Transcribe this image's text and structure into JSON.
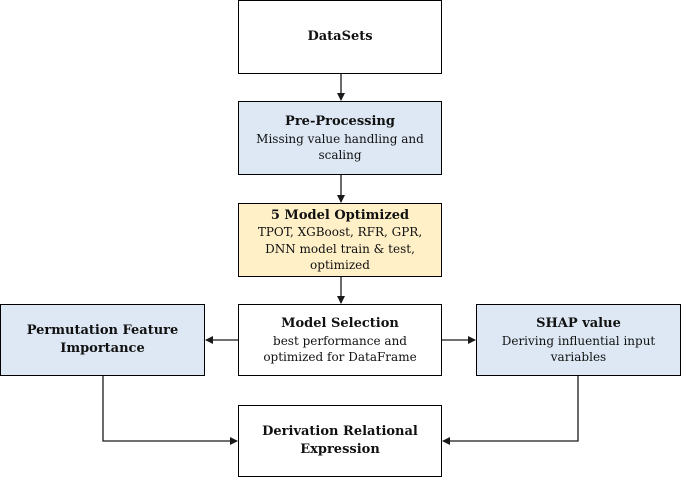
{
  "nodes": {
    "datasets": {
      "title": "DataSets",
      "desc": ""
    },
    "preprocessing": {
      "title": "Pre-Processing",
      "desc": "Missing value handling and scaling"
    },
    "model_optimized": {
      "title": "5 Model Optimized",
      "desc": "TPOT, XGBoost,  RFR, GPR, DNN model train & test,  optimized"
    },
    "model_selection": {
      "title": "Model Selection",
      "desc": "best performance and optimized for DataFrame"
    },
    "permutation": {
      "title": "Permutation Feature Importance",
      "desc": ""
    },
    "shap": {
      "title": "SHAP value",
      "desc": "Deriving influential input variables"
    },
    "derivation": {
      "title": "Derivation Relational Expression",
      "desc": ""
    }
  },
  "edges": [
    {
      "from": "datasets",
      "to": "preprocessing"
    },
    {
      "from": "preprocessing",
      "to": "model_optimized"
    },
    {
      "from": "model_optimized",
      "to": "model_selection"
    },
    {
      "from": "model_selection",
      "to": "permutation"
    },
    {
      "from": "model_selection",
      "to": "shap"
    },
    {
      "from": "permutation",
      "to": "derivation"
    },
    {
      "from": "shap",
      "to": "derivation"
    }
  ],
  "colors": {
    "white_box": "#ffffff",
    "blue_box": "#dde8f4",
    "yellow_box": "#fff0c8",
    "border": "#000000",
    "arrow": "#1a1a1a"
  }
}
